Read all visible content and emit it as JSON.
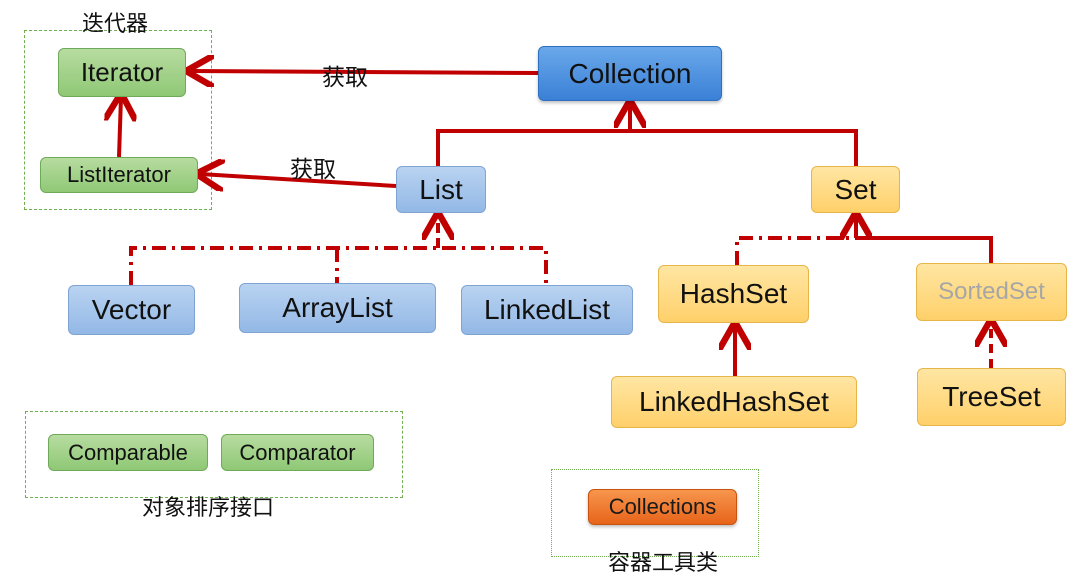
{
  "groups": {
    "iterator_group": "迭代器",
    "sort_group": "对象排序接口",
    "tool_group": "容器工具类"
  },
  "edges": {
    "collection_to_iterator": "获取",
    "list_to_listiterator": "获取"
  },
  "nodes": {
    "collection": "Collection",
    "iterator": "Iterator",
    "list_iterator": "ListIterator",
    "list": "List",
    "set": "Set",
    "vector": "Vector",
    "array_list": "ArrayList",
    "linked_list": "LinkedList",
    "hash_set": "HashSet",
    "sorted_set": "SortedSet",
    "linked_hash_set": "LinkedHashSet",
    "tree_set": "TreeSet",
    "comparable": "Comparable",
    "comparator": "Comparator",
    "collections": "Collections"
  },
  "colors": {
    "arrow": "#c00000",
    "interface_blue": "#93b8e6",
    "collection_blue": "#3a80d6",
    "iterator_green": "#8fc875",
    "set_yellow": "#ffd06a",
    "tool_orange": "#e7641a",
    "muted_text": "#a6a6a6"
  }
}
